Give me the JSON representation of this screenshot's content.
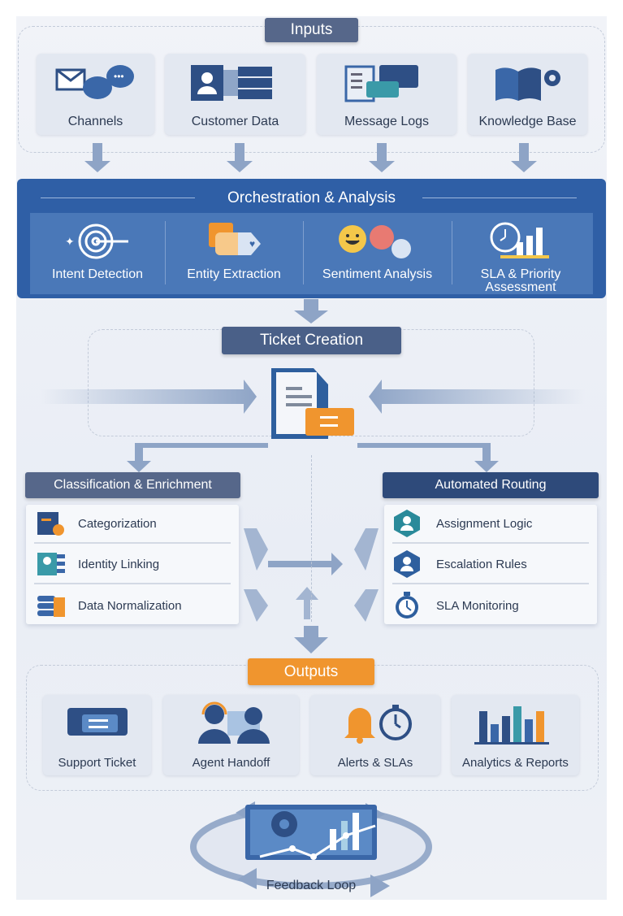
{
  "inputs": {
    "title": "Inputs",
    "items": [
      {
        "label": "Channels",
        "icon": "channels-icon"
      },
      {
        "label": "Customer Data",
        "icon": "customer-data-icon"
      },
      {
        "label": "Message Logs",
        "icon": "message-logs-icon"
      },
      {
        "label": "Knowledge Base",
        "icon": "knowledge-base-icon"
      }
    ]
  },
  "orchestration": {
    "title": "Orchestration & Analysis",
    "items": [
      {
        "label": "Intent Detection"
      },
      {
        "label": "Entity Extraction"
      },
      {
        "label": "Sentiment Analysis"
      },
      {
        "label": "SLA & Priority Assessment"
      }
    ]
  },
  "ticket": {
    "title": "Ticket Creation"
  },
  "classification": {
    "title": "Classification & Enrichment",
    "items": [
      {
        "label": "Categorization"
      },
      {
        "label": "Identity Linking"
      },
      {
        "label": "Data Normalization"
      }
    ]
  },
  "routing": {
    "title": "Automated Routing",
    "items": [
      {
        "label": "Assignment Logic"
      },
      {
        "label": "Escalation Rules"
      },
      {
        "label": "SLA Monitoring"
      }
    ]
  },
  "outputs": {
    "title": "Outputs",
    "items": [
      {
        "label": "Support Ticket"
      },
      {
        "label": "Agent Handoff"
      },
      {
        "label": "Alerts & SLAs"
      },
      {
        "label": "Analytics & Reports"
      }
    ]
  },
  "feedback": {
    "label": "Feedback Loop"
  },
  "colors": {
    "navy": "#2f5fa6",
    "slate": "#56678a",
    "orange": "#f0952e",
    "teal": "#2a8a9a"
  }
}
